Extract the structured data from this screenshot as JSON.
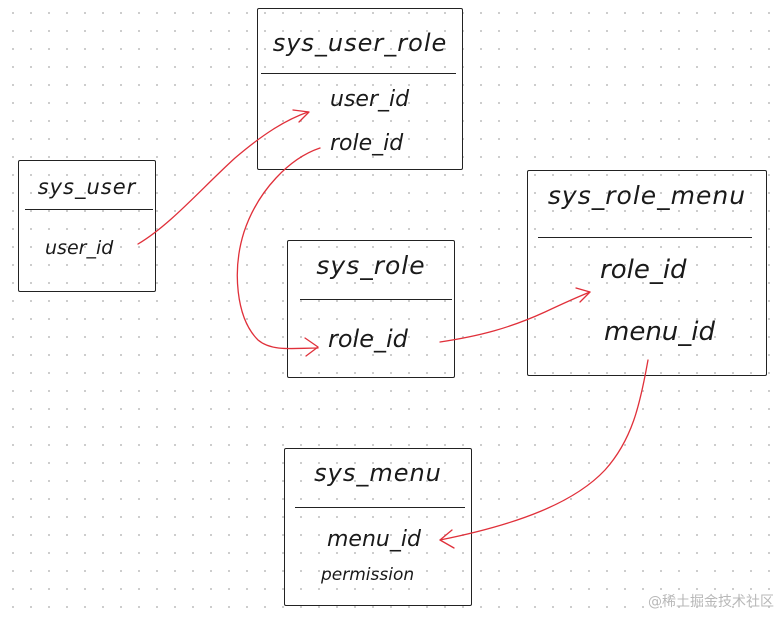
{
  "tables": {
    "sys_user": {
      "title": "sys_user",
      "fields": [
        "user_id"
      ]
    },
    "sys_user_role": {
      "title": "sys_user_role",
      "fields": [
        "user_id",
        "role_id"
      ]
    },
    "sys_role": {
      "title": "sys_role",
      "fields": [
        "role_id"
      ]
    },
    "sys_role_menu": {
      "title": "sys_role_menu",
      "fields": [
        "role_id",
        "menu_id"
      ]
    },
    "sys_menu": {
      "title": "sys_menu",
      "fields": [
        "menu_id",
        "permission"
      ]
    }
  },
  "watermark": "@稀土掘金技术社区",
  "colors": {
    "ink": "#1a1a1a",
    "arrow": "#e0303a",
    "grid": "#c9c9c9"
  }
}
